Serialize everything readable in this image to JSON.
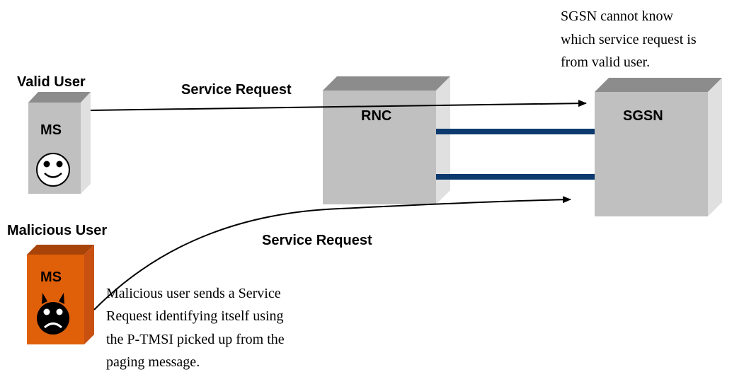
{
  "labels": {
    "valid_user": "Valid User",
    "malicious_user": "Malicious User",
    "service_request_top": "Service Request",
    "service_request_bottom": "Service Request"
  },
  "nodes": {
    "valid_ms": "MS",
    "malicious_ms": "MS",
    "rnc": "RNC",
    "sgsn": "SGSN"
  },
  "notes": {
    "sgsn_note": [
      "SGSN cannot know",
      "which service request is",
      "from valid user."
    ],
    "malicious_note": [
      "Malicious user sends a Service",
      "Request identifying itself using",
      "the P-TMSI picked up from the",
      "paging message."
    ]
  },
  "colors": {
    "box_face": "#c0c0c0",
    "box_top": "#8c8c8c",
    "box_side": "#e0e0e0",
    "malicious_face": "#e0600a",
    "malicious_top": "#a8440a",
    "malicious_side": "#c85010",
    "link": "#0c3a6e"
  }
}
